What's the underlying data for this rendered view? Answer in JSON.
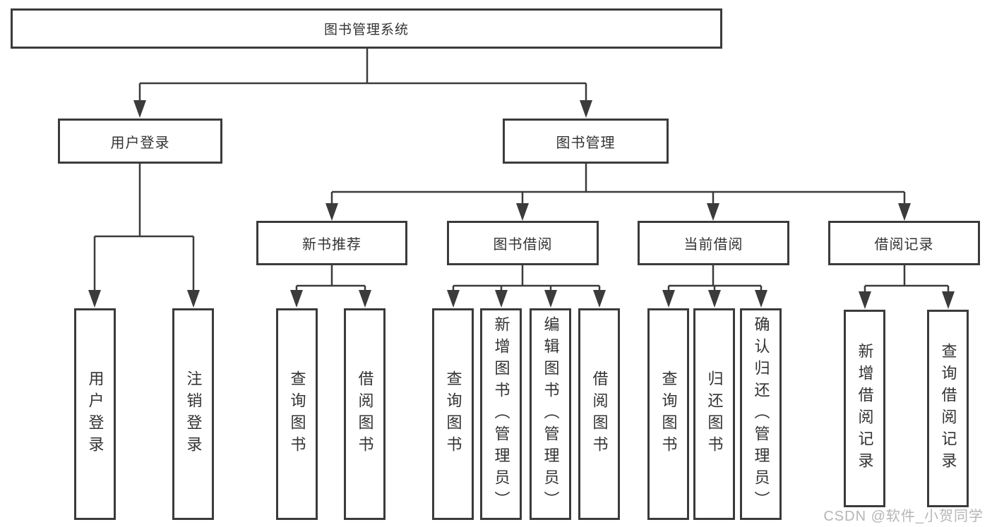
{
  "diagram": {
    "title": "图书管理系统",
    "level2": {
      "user_login": "用户登录",
      "book_mgmt": "图书管理"
    },
    "level3": {
      "new_book": "新书推荐",
      "book_borrow": "图书借阅",
      "current_borrow": "当前借阅",
      "borrow_record": "借阅记录"
    },
    "leaves": {
      "user_login": "用户登录",
      "logout": "注销登录",
      "nb_query_books": "查询图书",
      "nb_borrow_books": "借阅图书",
      "bb_query_books": "查询图书",
      "bb_add_books_admin": "新增图书（管理员）",
      "bb_edit_books_admin": "编辑图书（管理员）",
      "bb_borrow_books": "借阅图书",
      "cb_query_books": "查询图书",
      "cb_return_books": "归还图书",
      "cb_confirm_return_admin": "确认归还（管理员）",
      "br_add_record": "新增借阅记录",
      "br_query_record": "查询借阅记录"
    },
    "watermark": "CSDN @软件_小贺同学",
    "colors": {
      "line": "#3b3b3b",
      "text": "#333333",
      "watermark": "#b6b6b8",
      "background": "#ffffff"
    }
  }
}
